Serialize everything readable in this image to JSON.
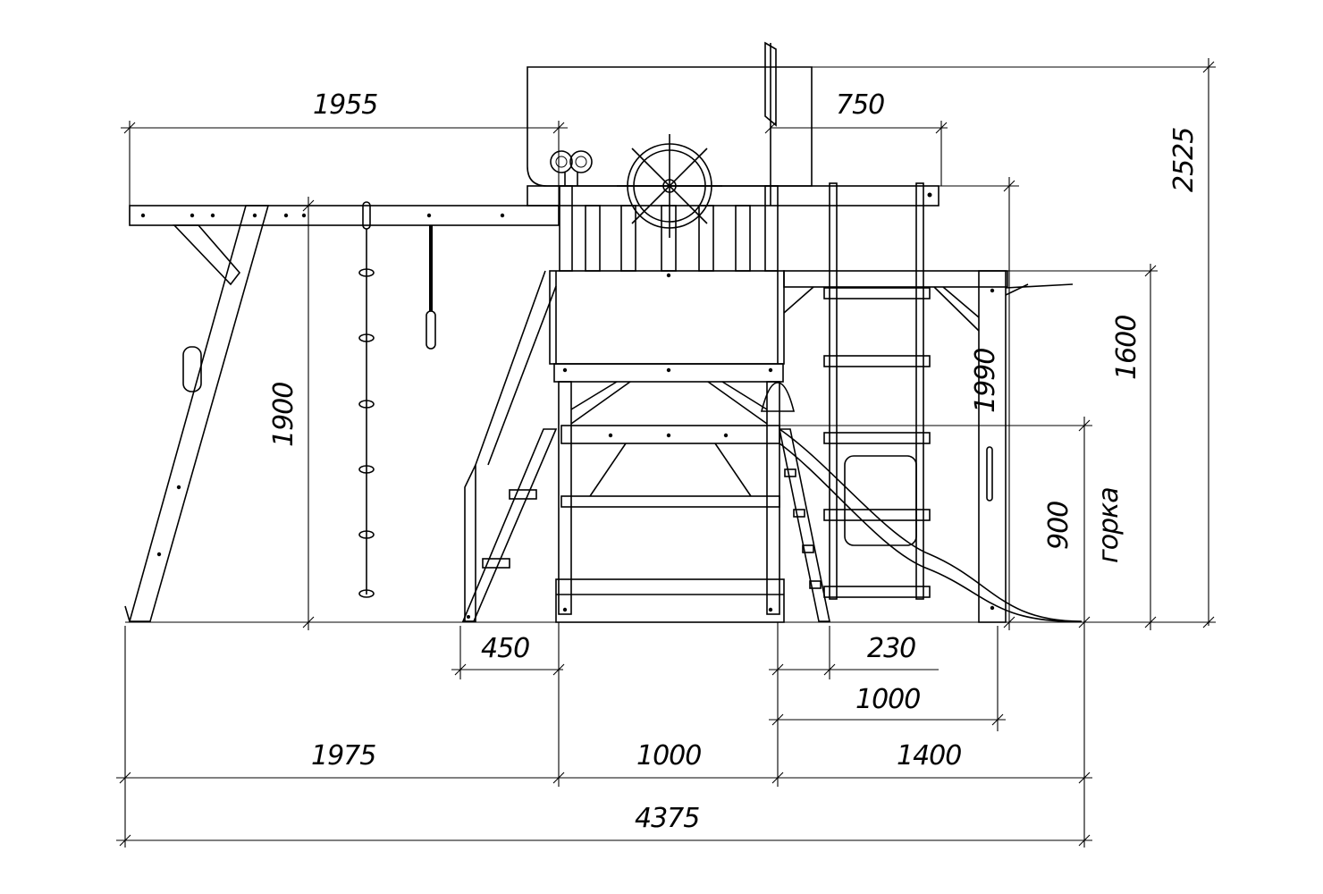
{
  "dimensions": {
    "d1955": "1955",
    "d750": "750",
    "d2525": "2525",
    "d1600": "1600",
    "d1990": "1990",
    "d1900": "1900",
    "d900": "900",
    "slide": "горка",
    "d450": "450",
    "d230": "230",
    "d1000_inner": "1000",
    "d1975": "1975",
    "d1000": "1000",
    "d1400": "1400",
    "d4375": "4375"
  }
}
